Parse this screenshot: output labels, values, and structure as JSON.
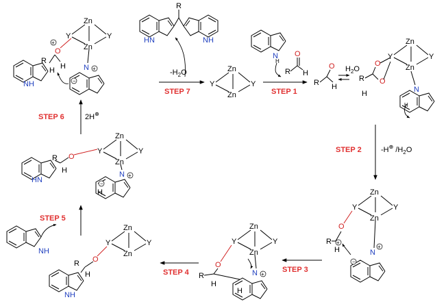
{
  "colors": {
    "step": "#e03030",
    "nitrogen": "#1f3fbf",
    "oxygen": "#d02020",
    "text": "#000000"
  },
  "steps": {
    "s1": "STEP 1",
    "s2": "STEP 2",
    "s3": "STEP 3",
    "s4": "STEP 4",
    "s5": "STEP 5",
    "s6": "STEP 6",
    "s7": "STEP 7"
  },
  "reagents": {
    "s7": "-H₂O",
    "s2": "-H⊕ /H₂O",
    "s6": "2H⊕",
    "water": "H₂O"
  },
  "labels": {
    "zn": "Zn",
    "y": "Y",
    "r": "R",
    "h": "H",
    "o": "O",
    "n": "N",
    "nh": "NH",
    "hn": "HN",
    "plus": "+",
    "minus": "−"
  }
}
